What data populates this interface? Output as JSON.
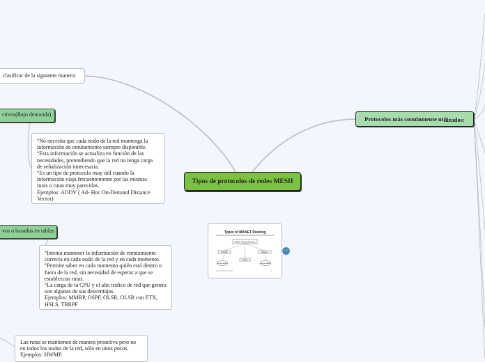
{
  "central": {
    "title": "Tipos de protocolos de redes MESH"
  },
  "right_main": {
    "title_start": "Protocolos más comúnmente ut",
    "title_end": "ilizados:"
  },
  "classify": {
    "text": "clasificar de la siguiente manera:"
  },
  "reactive": {
    "label": "ctivos(Bajo demanda)",
    "lines": [
      "°No necesita que cada nodo de la red mantenga la",
      "información de enrutamiento siempre disponible.",
      "°Esta información se actualiza en función de las",
      "necesidades, pretendiendo que la red no tenga carga",
      "de señalización innecesaria.",
      "°Es un tipo de protocolo muy útil cuando la",
      "información viaja frecuentemente por las mismas",
      "rutas o rutas muy parecidas.",
      "Ejemplos: AODV ( Ad- Hoc On-Demand Distance",
      "Vector)"
    ]
  },
  "proactive": {
    "label": "vos o basados en tablas",
    "lines": [
      "°Intenta mantener la información de enrutamiento",
      "correcta en cada nodo de la red y en cada momento.",
      "°Permite saber en cada momento quién está dentro o",
      "fuera de la red, sin necesidad de esperar a que se",
      "establezcan rutas.",
      "°La carga de la CPU y el alto tráfico de red que genera",
      "son algunas de sus desventajas.",
      "Ejemplos: MMRP, OSPF, OLSR, OLSR con ETX,",
      "HSLS, TBRPF"
    ]
  },
  "hybrid": {
    "lines": [
      "Las rutas se mantienen de manera proactiva pero no",
      "en todos los nodos de la red, sólo en unos pocos.",
      "Ejemplos: HWMP."
    ]
  },
  "image": {
    "slide_title": "Types of MANET Routing",
    "root": "MANET Routing Protocols",
    "left_node": "Proactive",
    "mid_node": "Hybrid",
    "right_node": "Reactive",
    "left_leaf": "Standard MANET",
    "right_leaf": "Standard MANET"
  },
  "icons": {
    "globe": "globe-icon"
  },
  "colors": {
    "background": "#f4f6fd",
    "central_fill": "#7cc242",
    "branch_fill": "#a7dcae",
    "sub_fill": "#8fd09a",
    "connector": "#b8bcc8"
  }
}
